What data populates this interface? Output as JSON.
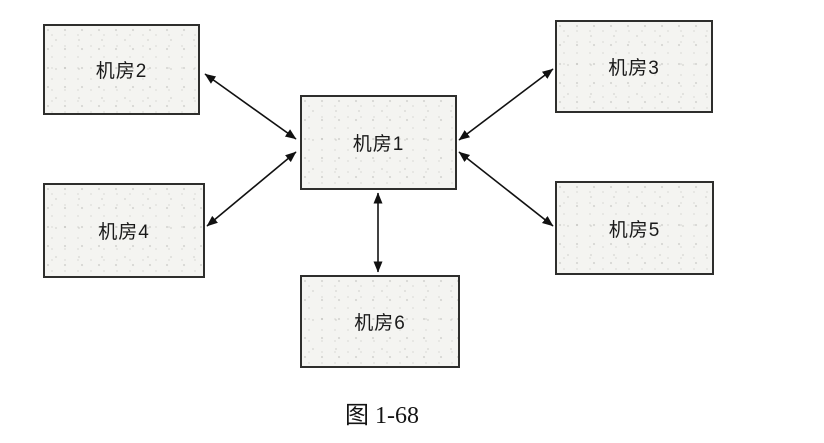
{
  "figure": {
    "caption": "图 1-68",
    "diagram_type": "star-network",
    "nodes": [
      {
        "id": "room1",
        "label": "机房1",
        "role": "center"
      },
      {
        "id": "room2",
        "label": "机房2",
        "role": "outer"
      },
      {
        "id": "room3",
        "label": "机房3",
        "role": "outer"
      },
      {
        "id": "room4",
        "label": "机房4",
        "role": "outer"
      },
      {
        "id": "room5",
        "label": "机房5",
        "role": "outer"
      },
      {
        "id": "room6",
        "label": "机房6",
        "role": "outer"
      }
    ],
    "connections": [
      {
        "from": "机房2",
        "to": "机房1",
        "style": "bidirectional-arrow"
      },
      {
        "from": "机房3",
        "to": "机房1",
        "style": "bidirectional-arrow"
      },
      {
        "from": "机房4",
        "to": "机房1",
        "style": "bidirectional-arrow"
      },
      {
        "from": "机房5",
        "to": "机房1",
        "style": "bidirectional-arrow"
      },
      {
        "from": "机房6",
        "to": "机房1",
        "style": "bidirectional-arrow"
      }
    ],
    "colors": {
      "background": "#ffffff",
      "box_fill": "#f4f4f1",
      "box_border": "#2e2e2c",
      "arrow": "#111111",
      "text": "#1a1a1a"
    }
  }
}
